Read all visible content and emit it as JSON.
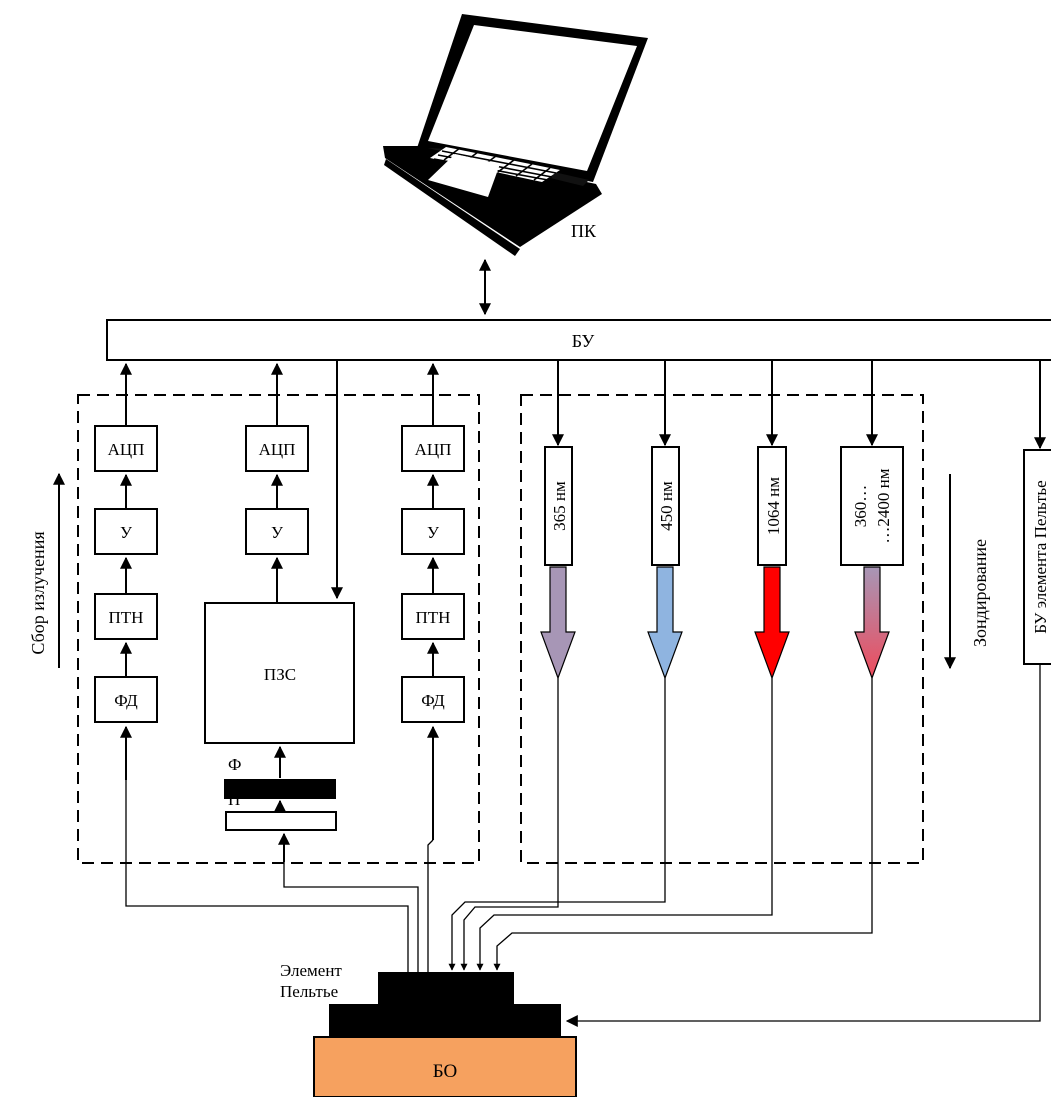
{
  "labels": {
    "pc": "ПК",
    "bu": "БУ",
    "adc": "АЦП",
    "amp": "У",
    "ptn": "ПТН",
    "fd": "ФД",
    "ccd": "ПЗС",
    "filter": "Ф",
    "p": "П",
    "collection": "Сбор излучения",
    "probing": "Зондирование",
    "peltier_ctrl": "БУ элемента Пельтье",
    "peltier_line1": "Элемент",
    "peltier_line2": "Пельтье",
    "bo": "БО"
  },
  "sources": [
    {
      "line1": "365 нм",
      "line2": "",
      "color_top": "#a796b6",
      "color_bottom": "#a796b6"
    },
    {
      "line1": "450 нм",
      "line2": "",
      "color_top": "#8fb4e0",
      "color_bottom": "#8fb4e0"
    },
    {
      "line1": "1064 нм",
      "line2": "",
      "color_top": "#ff0000",
      "color_bottom": "#ff0000"
    },
    {
      "line1": "360…",
      "line2": "…2400 нм",
      "color_top": "#a796b6",
      "color_bottom": "#ee4b5c"
    }
  ],
  "colors": {
    "bo_fill": "#f6a15f",
    "peltier_fill": "#000000"
  }
}
